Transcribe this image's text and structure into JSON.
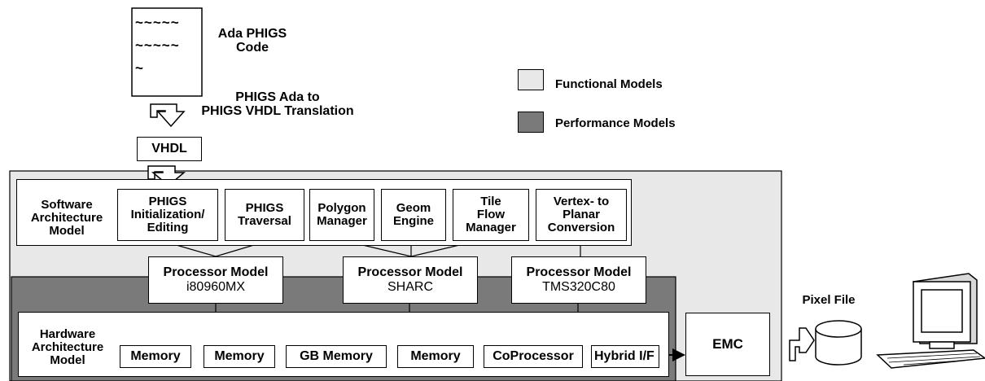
{
  "code_doc": {
    "lines": [
      "~~~~~",
      "~~~~~",
      "~"
    ]
  },
  "ada_code_label": [
    "Ada PHIGS",
    "Code"
  ],
  "translation_label": [
    "PHIGS Ada to",
    "PHIGS VHDL Translation"
  ],
  "vhdl_label": "VHDL",
  "legend": [
    {
      "label": "Functional Models",
      "color": "#e8e8e8"
    },
    {
      "label": "Performance Models",
      "color": "#7a7a7a"
    }
  ],
  "software_model_label": [
    "Software",
    "Architecture",
    "Model"
  ],
  "software_blocks": [
    [
      "PHIGS",
      "Initialization/",
      "Editing"
    ],
    [
      "PHIGS",
      "Traversal"
    ],
    [
      "Polygon",
      "Manager"
    ],
    [
      "Geom",
      "Engine"
    ],
    [
      "Tile",
      "Flow",
      "Manager"
    ],
    [
      "Vertex- to",
      "Planar",
      "Conversion"
    ]
  ],
  "processors": [
    {
      "title": "Processor Model",
      "name": "i80960MX"
    },
    {
      "title": "Processor Model",
      "name": "SHARC"
    },
    {
      "title": "Processor Model",
      "name": "TMS320C80"
    }
  ],
  "hardware_model_label": [
    "Hardware",
    "Architecture",
    "Model"
  ],
  "hardware_blocks": [
    "Memory",
    "Memory",
    "GB Memory",
    "Memory",
    "CoProcessor",
    "Hybrid I/F"
  ],
  "emc_label": "EMC",
  "pixel_file_label": "Pixel File",
  "colors": {
    "functional": "#e8e8e8",
    "performance": "#7a7a7a"
  }
}
